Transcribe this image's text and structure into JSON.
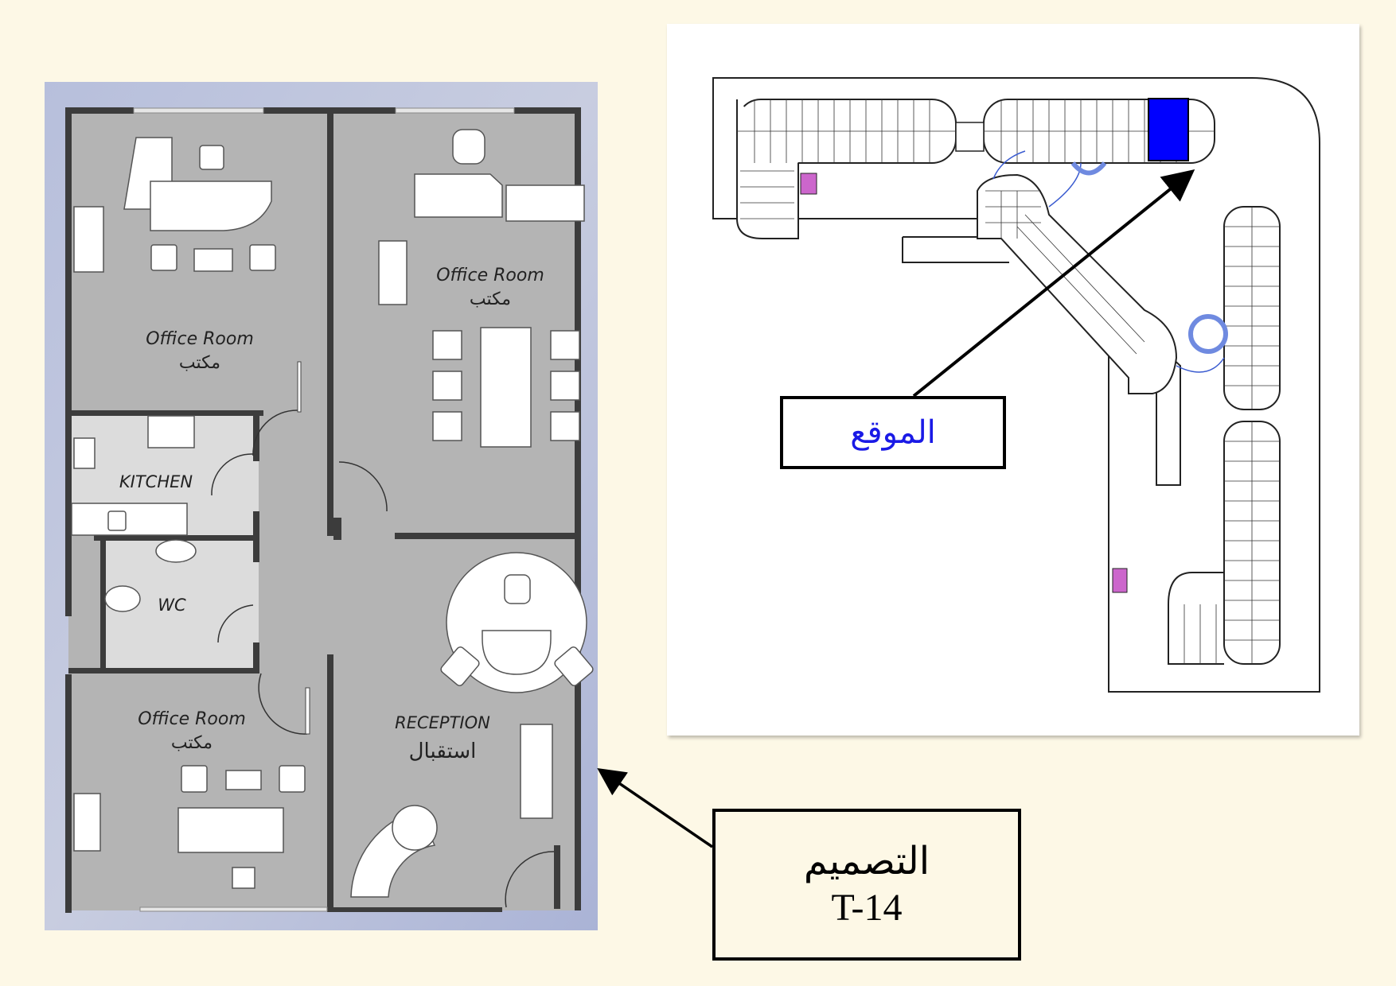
{
  "floor_plan": {
    "rooms": [
      {
        "id": "office-top-left",
        "label": "Office Room",
        "label_ar": "مكتب"
      },
      {
        "id": "office-top-right",
        "label": "Office Room",
        "label_ar": "مكتب"
      },
      {
        "id": "kitchen",
        "label": "KITCHEN"
      },
      {
        "id": "wc",
        "label": "WC"
      },
      {
        "id": "office-bottom-left",
        "label": "Office Room",
        "label_ar": "مكتب"
      },
      {
        "id": "reception",
        "label": "RECEPTION",
        "label_ar": "استقبال"
      }
    ]
  },
  "site_plan": {
    "callout_label": "الموقع",
    "highlight_color": "#0000ff"
  },
  "design_callout": {
    "label_ar": "التصميم",
    "code": "T-14"
  },
  "colors": {
    "background": "#fdf8e6",
    "floor": "#b4b4b4",
    "wall": "#3c3c3c",
    "light_floor": "#d9d9d9",
    "site_text": "#1a1ae6"
  }
}
